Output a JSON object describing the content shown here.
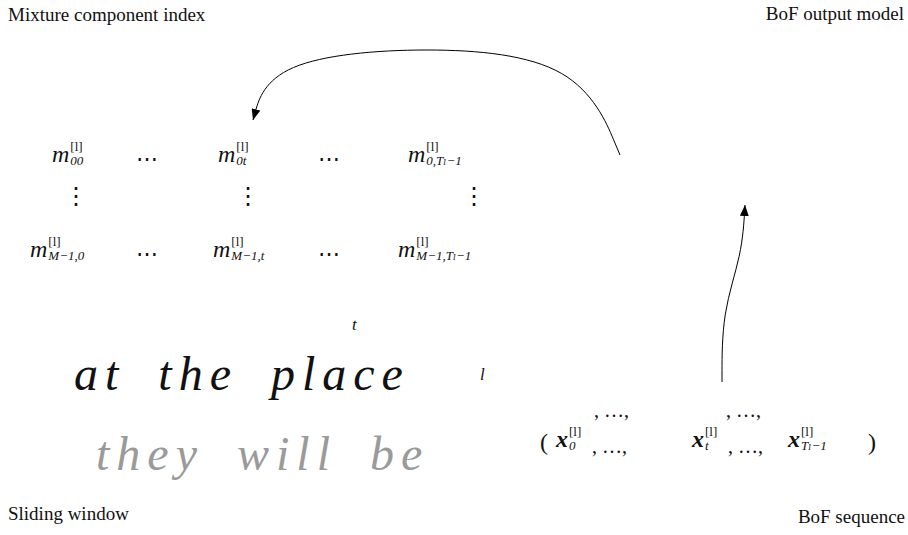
{
  "diagram": {
    "nodes": [
      {
        "text": [
          "Mixture component index"
        ]
      },
      {
        "text": [
          "BoF output model"
        ]
      },
      {
        "text": [
          "BoF sequence"
        ]
      },
      {
        "text": [
          "Sliding window"
        ]
      }
    ],
    "edges": [
      {
        "from": 1,
        "to": 0,
        "arrow": "to"
      },
      {
        "from": 2,
        "to": 1,
        "arrow": "to"
      }
    ],
    "labels": [
      "m",
      "[l]",
      "00",
      "⋯",
      "m",
      "[l]",
      "0t",
      "⋯",
      "m",
      "[l]",
      "0,Tₗ−1",
      "⋮",
      "⋮",
      "⋮",
      "m",
      "[l]",
      "M−1,0",
      "⋯",
      "m",
      "[l]",
      "M−1,t",
      "⋯",
      "m",
      "[l]",
      "M−1,Tₗ−1",
      "at the place",
      "they will be",
      "t",
      "l",
      ", …,",
      ", …,",
      "(",
      "x",
      "[l]",
      "0",
      ", …,",
      "x",
      "[l]",
      "t",
      ", …,",
      "x",
      "[l]",
      "Tₗ−1",
      ")"
    ]
  }
}
